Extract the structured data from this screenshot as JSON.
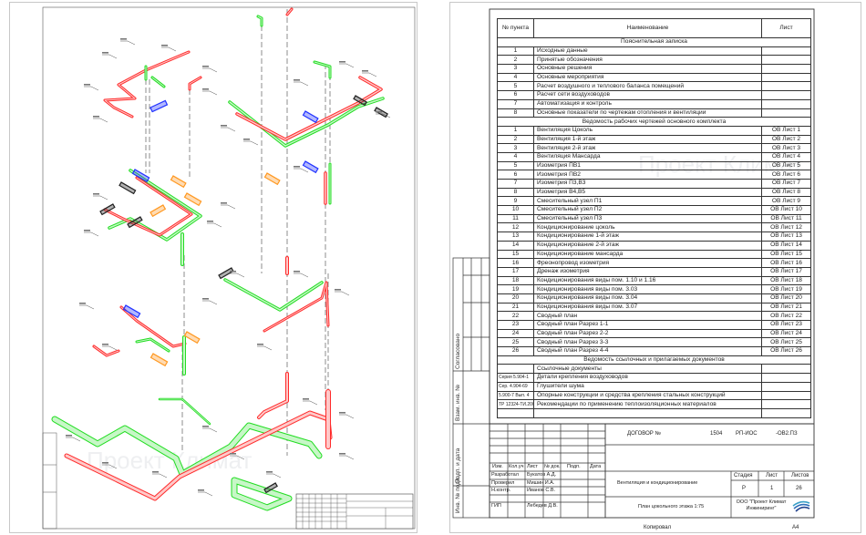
{
  "watermark": "Проект Климат",
  "toc": {
    "headers": {
      "num": "№ пункта",
      "name": "Наименование",
      "sheet": "Лист"
    },
    "sections": [
      {
        "title": "Пояснительная записка",
        "rows": [
          {
            "num": "1",
            "name": "Исходные данные",
            "sheet": ""
          },
          {
            "num": "2",
            "name": "Принятые обозначения",
            "sheet": ""
          },
          {
            "num": "3",
            "name": "Основные решения",
            "sheet": ""
          },
          {
            "num": "4",
            "name": "Основные мероприятия",
            "sheet": ""
          },
          {
            "num": "5",
            "name": "Расчет воздушного и теплового баланса помещений",
            "sheet": ""
          },
          {
            "num": "6",
            "name": "Расчет сети воздуховодов",
            "sheet": ""
          },
          {
            "num": "7",
            "name": "Автоматизация и контроль",
            "sheet": ""
          },
          {
            "num": "8",
            "name": "Основные показатели по чертежам отопления и вентиляции",
            "sheet": ""
          }
        ]
      },
      {
        "title": "Ведомость рабочих чертежей основного комплекта",
        "rows": [
          {
            "num": "1",
            "name": "Вентиляция Цоколь",
            "sheet": "ОВ Лист 1"
          },
          {
            "num": "2",
            "name": "Вентиляция 1-й этаж",
            "sheet": "ОВ Лист 2"
          },
          {
            "num": "3",
            "name": "Вентиляция 2-й этаж",
            "sheet": "ОВ Лист 3"
          },
          {
            "num": "4",
            "name": "Вентиляция Мансарда",
            "sheet": "ОВ Лист 4"
          },
          {
            "num": "5",
            "name": "Изометрия ПВ1",
            "sheet": "ОВ Лист 5"
          },
          {
            "num": "6",
            "name": "Изометрия ПВ2",
            "sheet": "ОВ Лист 6"
          },
          {
            "num": "7",
            "name": "Изометрия П3,В3",
            "sheet": "ОВ Лист 7"
          },
          {
            "num": "8",
            "name": "Изометрия В4,В5",
            "sheet": "ОВ Лист 8"
          },
          {
            "num": "9",
            "name": "Смесительный узел П1",
            "sheet": "ОВ Лист 9"
          },
          {
            "num": "10",
            "name": "Смесительный узел П2",
            "sheet": "ОВ Лист 10"
          },
          {
            "num": "11",
            "name": "Смесительный узел П3",
            "sheet": "ОВ Лист 11"
          },
          {
            "num": "12",
            "name": "Кондиционирование цоколь",
            "sheet": "ОВ Лист 12"
          },
          {
            "num": "13",
            "name": "Кондиционирование 1-й этаж",
            "sheet": "ОВ Лист 13"
          },
          {
            "num": "14",
            "name": "Кондиционирование 2-й этаж",
            "sheet": "ОВ Лист 14"
          },
          {
            "num": "15",
            "name": "Кондиционирование мансарда",
            "sheet": "ОВ Лист 15"
          },
          {
            "num": "16",
            "name": "Фреонопровод изометрия",
            "sheet": "ОВ Лист 16"
          },
          {
            "num": "17",
            "name": "Дренаж изометрия",
            "sheet": "ОВ Лист 17"
          },
          {
            "num": "18",
            "name": "Кондиционирования виды пом. 1.10 и 1.16",
            "sheet": "ОВ Лист 18"
          },
          {
            "num": "19",
            "name": "Кондиционирования виды пом. 3.03",
            "sheet": "ОВ Лист 19"
          },
          {
            "num": "20",
            "name": "Кондиционирования виды пом. 3.04",
            "sheet": "ОВ Лист 20"
          },
          {
            "num": "21",
            "name": "Кондиционирования виды пом. 3.07",
            "sheet": "ОВ Лист 21"
          },
          {
            "num": "22",
            "name": "Сводный план",
            "sheet": "ОВ Лист 22"
          },
          {
            "num": "23",
            "name": "Сводный план Разрез 1-1",
            "sheet": "ОВ Лист 23"
          },
          {
            "num": "24",
            "name": "Сводный план Разрез 2-2",
            "sheet": "ОВ Лист 24"
          },
          {
            "num": "25",
            "name": "Сводный план Разрез 3-3",
            "sheet": "ОВ Лист 25"
          },
          {
            "num": "26",
            "name": "Сводный план Разрез 4-4",
            "sheet": "ОВ Лист 26"
          }
        ]
      },
      {
        "title": "Ведомость ссылочных и прилагаемых документов",
        "rows": [
          {
            "num": "",
            "name": "Ссылочные документы",
            "sheet": ""
          },
          {
            "num": "Серия 5.904-1",
            "name": "Детали крепления воздуховодов",
            "sheet": ""
          },
          {
            "num": "Сер. 4.904-69",
            "name": "Глушители шума",
            "sheet": ""
          },
          {
            "num": "5.900-7 Вып. 4",
            "name": "Опорные конструкции и средства крепления стальных конструкций",
            "sheet": ""
          },
          {
            "num": "ТР 12324-ТИ.2008",
            "name": "Рекомендации по применению теплоизоляционных материалов",
            "sheet": ""
          },
          {
            "num": "",
            "name": "",
            "sheet": ""
          }
        ]
      }
    ]
  },
  "side_strip": {
    "agreed": "Согласовано",
    "replaced_inv": "Взам. инв. №",
    "sign_date": "Подп. и дата",
    "inv_orig": "Инв. № подл."
  },
  "title_block": {
    "contract_label": "ДОГОВОР №",
    "contract_number": "1504",
    "code": "РП-ИОС",
    "code_suffix": "-ОВ2.ПЗ",
    "columns": [
      "Изм.",
      "Кол.уч",
      "Лист",
      "№ док.",
      "Подп.",
      "Дата"
    ],
    "staff": [
      {
        "role": "Разработал",
        "name": "Букатов А.Д."
      },
      {
        "role": "Проверил",
        "name": "Мишин И.А."
      },
      {
        "role": "Н.контр.",
        "name": "Иванов С.В."
      },
      {
        "role": "ГИП",
        "name": "Лебедев Д.В."
      }
    ],
    "project": "Вентиляция и кондиционирование",
    "sheet_title": "План цокольного этажа 1:75",
    "stage_label": "Стадия",
    "sheet_label": "Лист",
    "sheets_label": "Листов",
    "stage": "Р",
    "sheet": "1",
    "sheets": "26",
    "company": "ООО \"Проект Климат Инжиниринг\"",
    "copied": "Копировал",
    "format": "А4"
  },
  "colors": {
    "supply": "#ff2a2a",
    "exhaust": "#22dd22",
    "unit_blue": "#2233ff",
    "unit_orange": "#ff9922",
    "unit_black": "#222222",
    "line": "#333333"
  }
}
